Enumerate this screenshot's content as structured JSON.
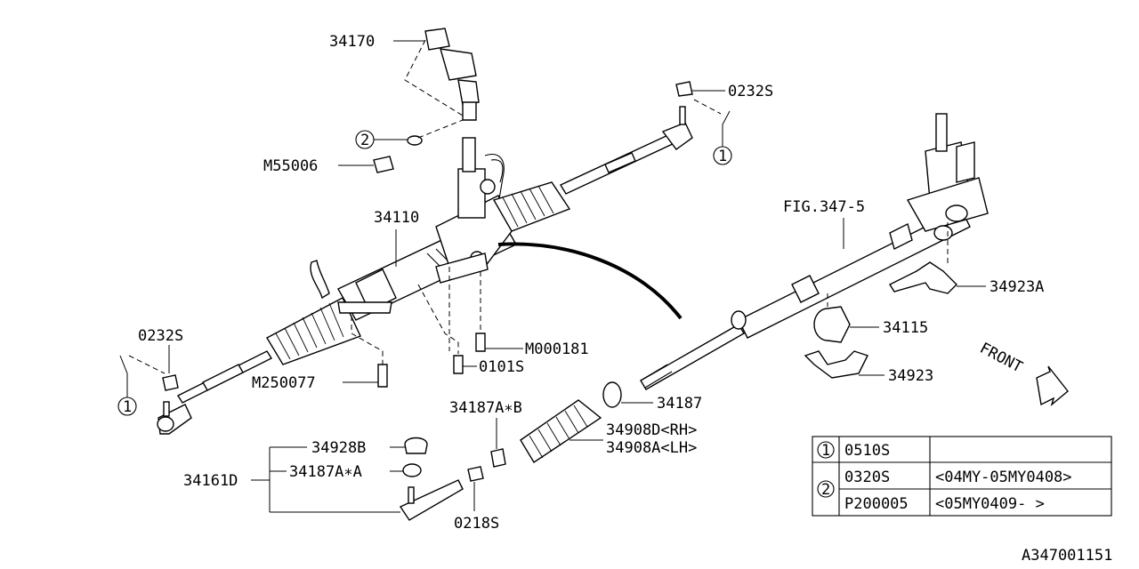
{
  "diagram_id": "A347001151",
  "fig_ref": "FIG.347-5",
  "front_label": "FRONT",
  "callouts": {
    "c34170": "34170",
    "c0232s_top": "0232S",
    "c0232s_left": "0232S",
    "m55006": "M55006",
    "c34110": "34110",
    "m000181": "M000181",
    "c0101s": "0101S",
    "m250077": "M250077",
    "c34923a": "34923A",
    "c34115": "34115",
    "c34923": "34923",
    "c34187": "34187",
    "c34187ab": "34187A∗B",
    "c34908d": "34908D<RH>",
    "c34908a": "34908A<LH>",
    "c34928b": "34928B",
    "c34187aa": "34187A∗A",
    "c34161d": "34161D",
    "c0218s": "0218S",
    "ref1_top": "1",
    "ref1_left": "1",
    "ref2": "2"
  },
  "legend": {
    "rows": [
      {
        "ref": "1",
        "part": "0510S",
        "range": ""
      },
      {
        "ref": "2",
        "part": "0320S",
        "range": "<04MY-05MY0408>"
      },
      {
        "ref": "",
        "part": "P200005",
        "range": "<05MY0409-      >"
      }
    ]
  }
}
